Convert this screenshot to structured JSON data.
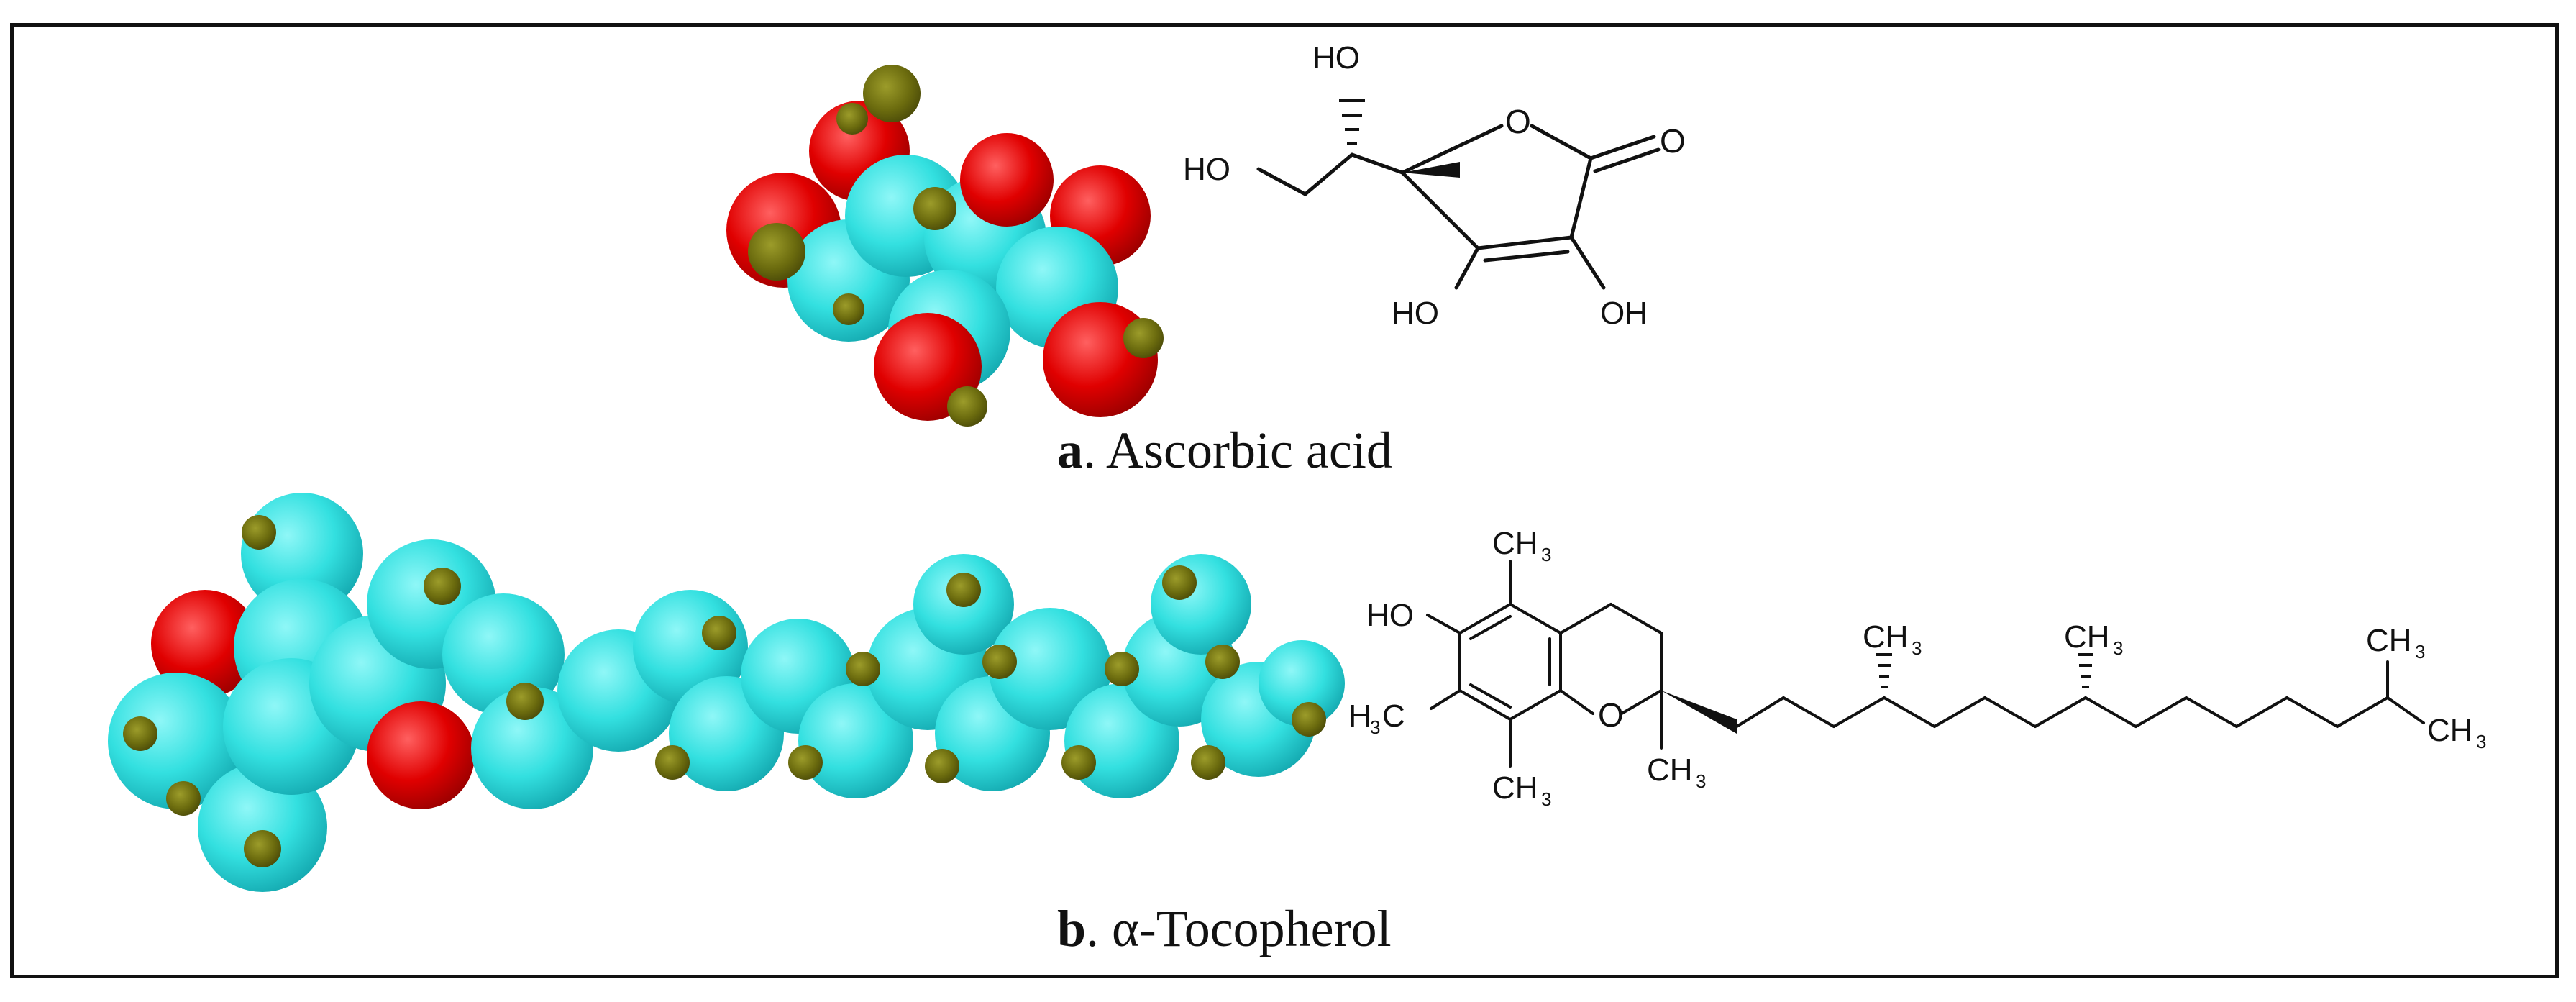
{
  "colors": {
    "carbon": "#33e6e6",
    "oxygen": "#ee0000",
    "hydrogen": "#6b6b0e",
    "frame": "#111111",
    "bond": "#111111"
  },
  "panel_a": {
    "letter": "a",
    "name": ". Ascorbic acid",
    "labels": {
      "ho_top": "HO",
      "ho_left": "HO",
      "o_ring": "O",
      "o_carbonyl": "O",
      "ho_bottom": "HO",
      "oh_bottom": "OH"
    }
  },
  "panel_b": {
    "letter": "b",
    "name": ". α-Tocopherol",
    "labels": {
      "ho": "HO",
      "ch3_top": "CH",
      "ch3_left": "H",
      "ch3_left_suffix": "C",
      "ch3_bottom": "CH",
      "o_ring": "O",
      "ch3_chiral": "CH",
      "ch3_chain1": "CH",
      "ch3_chain2": "CH",
      "ch3_end_top": "CH",
      "ch3_end_bottom": "CH",
      "sub3": "3"
    }
  }
}
